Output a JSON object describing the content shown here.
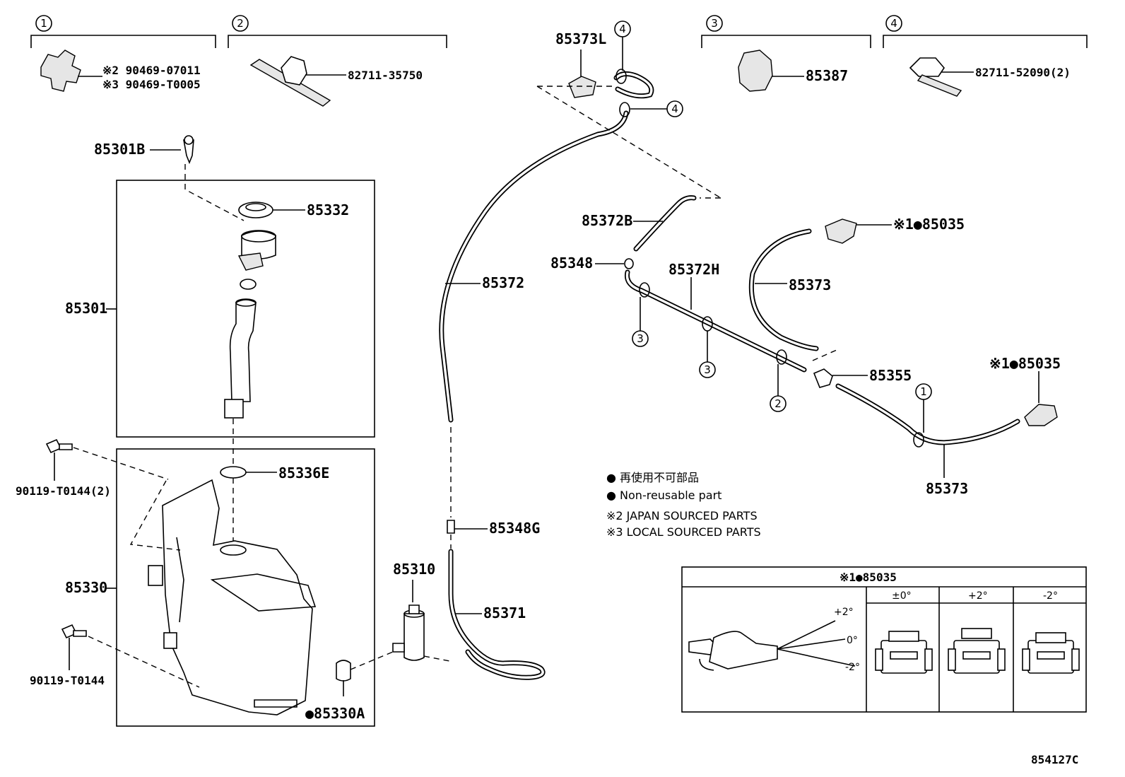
{
  "labels": {
    "ref1": "1",
    "ref2": "2",
    "ref3": "3",
    "ref4": "4",
    "clip1_jp": "※2 90469-07011",
    "clip1_local": "※3 90469-T0005",
    "clip2": "82711-35750",
    "clip3": "85387",
    "clip4": "82711-52090(2)",
    "p85373L": "85373L",
    "p85301B": "85301B",
    "p85332": "85332",
    "p85301": "85301",
    "p85372": "85372",
    "p85372B": "85372B",
    "p85348": "85348",
    "p85372H": "85372H",
    "p85035_top": "※1●85035",
    "p85373_a": "85373",
    "p85355": "85355",
    "p85035_mid": "※1●85035",
    "p85373_b": "85373",
    "bolt1": "90119-T0144(2)",
    "p85336E": "85336E",
    "p85330": "85330",
    "bolt2": "90119-T0144",
    "p85348G": "85348G",
    "p85310": "85310",
    "p85371": "85371",
    "p85330A": "●85330A"
  },
  "legend": {
    "jp_nonreusable": "● 再使用不可部品",
    "en_nonreusable": "● Non-reusable part",
    "jp_sourced": "※2 JAPAN SOURCED PARTS",
    "local_sourced": "※3 LOCAL SOURCED PARTS"
  },
  "inset": {
    "title": "※1●85035",
    "col1": "±0°",
    "col2": "+2°",
    "col3": "-2°",
    "ang_plus": "+2°",
    "ang_zero": "0°",
    "ang_minus": "-2°"
  },
  "callouts": {
    "c3": "3",
    "c2": "2",
    "c1": "1",
    "c4a": "4",
    "c4b": "4"
  },
  "drawing_code": "854127C"
}
